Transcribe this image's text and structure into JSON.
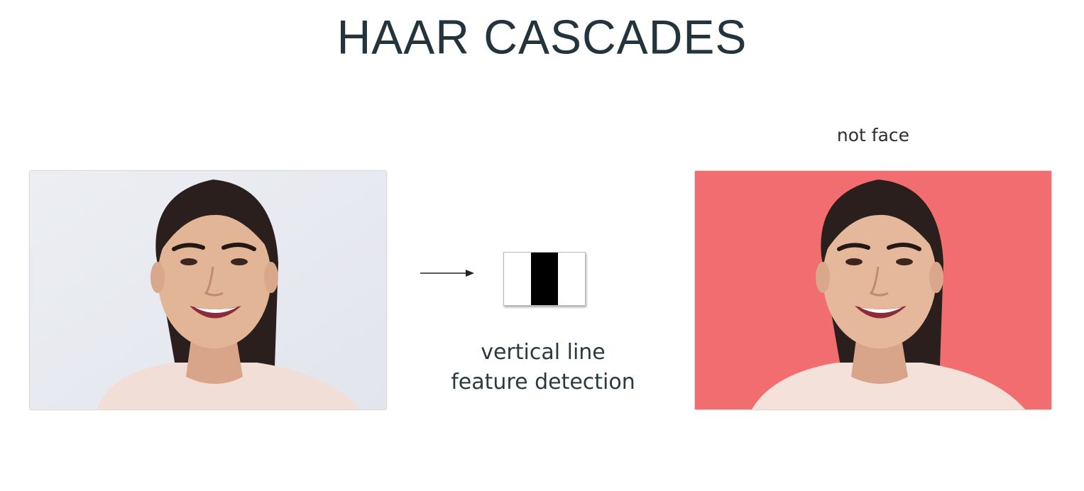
{
  "header": {
    "title": "HAAR CASCADES"
  },
  "result": {
    "label": "not face"
  },
  "feature": {
    "line1": "vertical line",
    "line2": "feature detection"
  },
  "colors": {
    "overlay_red": "#f26d70",
    "background": "#ffffff",
    "title_text": "#24343c"
  }
}
